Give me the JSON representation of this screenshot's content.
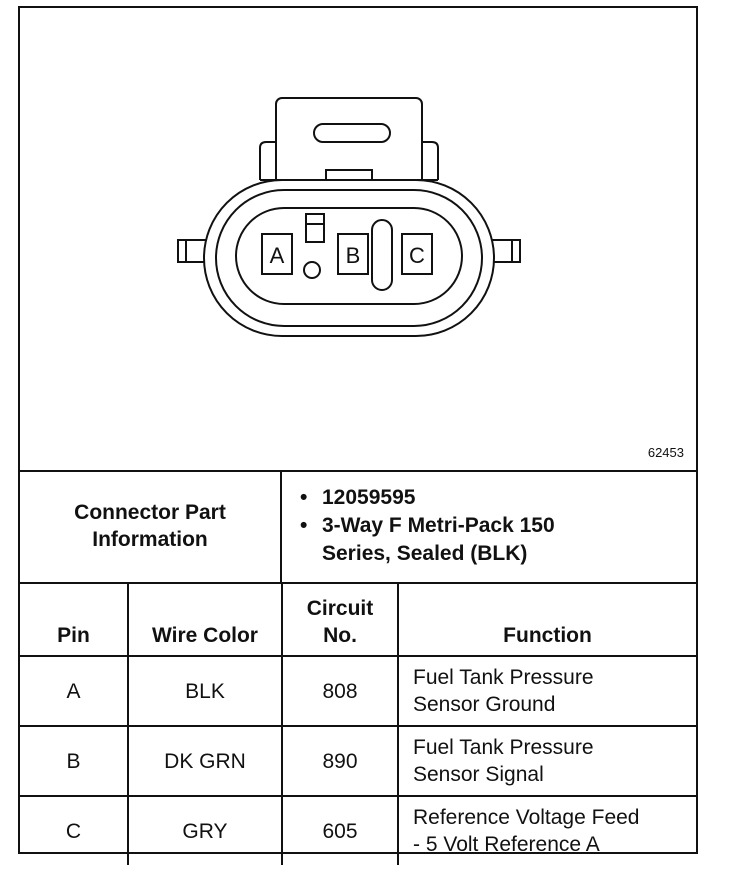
{
  "figure": {
    "id": "62453",
    "pin_labels": [
      "A",
      "B",
      "C"
    ]
  },
  "connector_info": {
    "label_line1": "Connector Part",
    "label_line2": "Information",
    "bullet": "•",
    "items": [
      {
        "line1": "12059595",
        "line2": ""
      },
      {
        "line1": "3-Way F Metri-Pack 150",
        "line2": "Series, Sealed (BLK)"
      }
    ]
  },
  "table": {
    "headers": {
      "pin": "Pin",
      "wire_color": "Wire Color",
      "circuit_line1": "Circuit",
      "circuit_line2": "No.",
      "function": "Function"
    },
    "rows": [
      {
        "pin": "A",
        "wire_color": "BLK",
        "circuit": "808",
        "function_line1": "Fuel Tank Pressure",
        "function_line2": "Sensor Ground"
      },
      {
        "pin": "B",
        "wire_color": "DK GRN",
        "circuit": "890",
        "function_line1": "Fuel Tank Pressure",
        "function_line2": "Sensor Signal"
      },
      {
        "pin": "C",
        "wire_color": "GRY",
        "circuit": "605",
        "function_line1": "Reference Voltage Feed",
        "function_line2": "- 5 Volt Reference A"
      }
    ]
  }
}
